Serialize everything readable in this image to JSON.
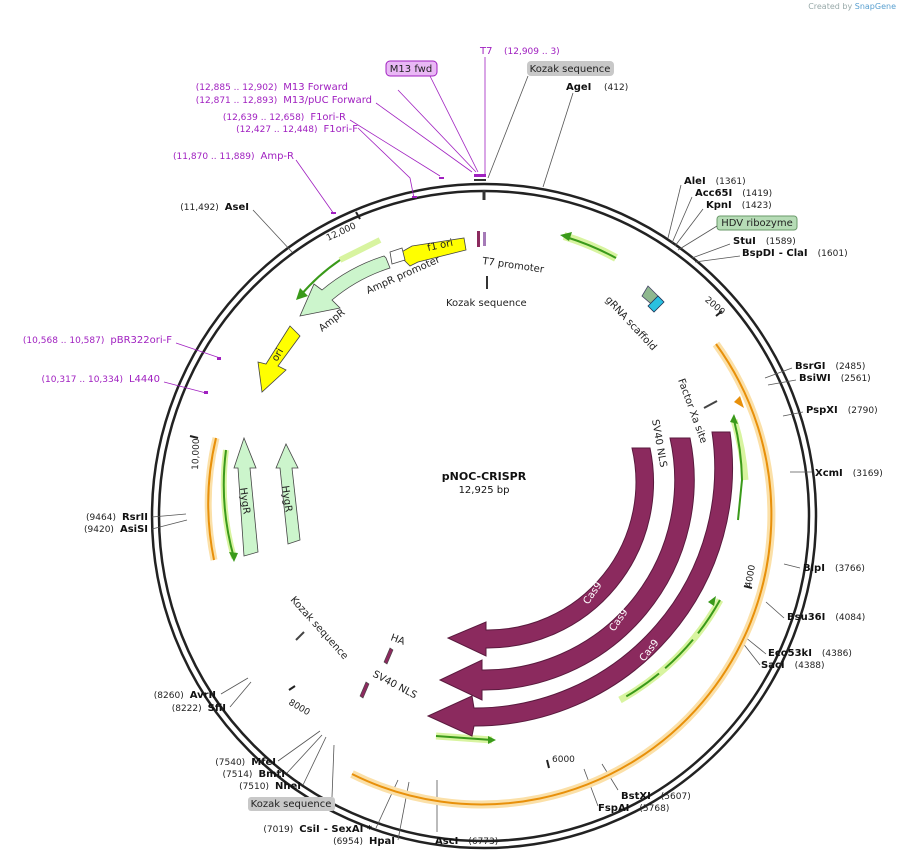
{
  "credit": {
    "prefix": "Created by",
    "brand": "SnapGene"
  },
  "plasmid": {
    "name": "pNOC-CRISPR",
    "length": "12,925 bp"
  },
  "ticks": [
    "2000",
    "4000",
    "6000",
    "8000",
    "10,000",
    "12,000"
  ],
  "top_labels": {
    "m13fwd": "M13 fwd",
    "t7": "T7",
    "t7_pos": "(12,909 .. 3)",
    "kozak_top": "Kozak sequence",
    "agei": "AgeI",
    "agei_pos": "(412)"
  },
  "primers": [
    {
      "pos": "(12,885 .. 12,902)",
      "name": "M13 Forward"
    },
    {
      "pos": "(12,871 .. 12,893)",
      "name": "M13/pUC Forward"
    },
    {
      "pos": "(12,639 .. 12,658)",
      "name": "F1ori-R"
    },
    {
      "pos": "(12,427 .. 12,448)",
      "name": "F1ori-F"
    },
    {
      "pos": "(11,870 .. 11,889)",
      "name": "Amp-R"
    },
    {
      "pos": "(10,568 .. 10,587)",
      "name": "pBR322ori-F"
    },
    {
      "pos": "(10,317 .. 10,334)",
      "name": "L4440"
    }
  ],
  "enzymes_right": [
    {
      "name": "AleI",
      "pos": "(1361)"
    },
    {
      "name": "Acc65I",
      "pos": "(1419)"
    },
    {
      "name": "KpnI",
      "pos": "(1423)"
    },
    {
      "name": "StuI",
      "pos": "(1589)"
    },
    {
      "name": "BspDI",
      "sep": "- ",
      "name2": "ClaI",
      "pos": "(1601)"
    },
    {
      "name": "BsrGI",
      "pos": "(2485)"
    },
    {
      "name": "BsiWI",
      "pos": "(2561)"
    },
    {
      "name": "PspXI",
      "pos": "(2790)"
    },
    {
      "name": "XcmI",
      "pos": "(3169)"
    },
    {
      "name": "BlpI",
      "pos": "(3766)"
    },
    {
      "name": "Bsu36I",
      "pos": "(4084)"
    },
    {
      "name": "Eco53kI",
      "pos": "(4386)"
    },
    {
      "name": "SacI",
      "pos": "(4388)"
    },
    {
      "name": "BstXI",
      "pos": "(5607)"
    },
    {
      "name": "FspAI",
      "pos": "(5768)"
    },
    {
      "name": "AscI",
      "pos": "(6773)"
    }
  ],
  "hdv": "HDV ribozyme",
  "enzymes_left": [
    {
      "name": "AseI",
      "pos": "(11,492)"
    },
    {
      "name": "RsrII",
      "pos": "(9464)"
    },
    {
      "name": "AsiSI",
      "pos": "(9420)"
    },
    {
      "name": "AvrII",
      "pos": "(8260)"
    },
    {
      "name": "SfiI",
      "pos": "(8222)"
    },
    {
      "name": "MfeI",
      "pos": "(7540)"
    },
    {
      "name": "BmtI",
      "pos": "(7514)"
    },
    {
      "name": "NheI",
      "pos": "(7510)"
    },
    {
      "name": "CsiI",
      "sep": "- ",
      "name2": "SexAI *",
      "pos": "(7019)"
    },
    {
      "name": "HpaI",
      "pos": "(6954)"
    }
  ],
  "kozak_bottom": "Kozak sequence",
  "features": {
    "t7_promoter": "T7 promoter",
    "kozak_inner_top": "Kozak sequence",
    "grna": "gRNA scaffold",
    "factor_xa": "Factor Xa site",
    "sv40_nls_top": "SV40 NLS",
    "f1ori": "f1 ori",
    "ampr_promoter": "AmpR promoter",
    "ampr": "AmpR",
    "ori": "ori",
    "hygr1": "HygR",
    "hygr2": "HygR",
    "kozak_inner_bottom": "Kozak sequence",
    "ha": "HA",
    "sv40_nls_bottom": "SV40 NLS",
    "cas9_1": "Cas9",
    "cas9_2": "Cas9",
    "cas9_3": "Cas9"
  },
  "colors": {
    "primer": "#a020c0",
    "cas9": "#8b2a5e",
    "arrow_green": "#ccf5cc",
    "f1ori": "#ffff00",
    "orf": "#f2a030"
  }
}
